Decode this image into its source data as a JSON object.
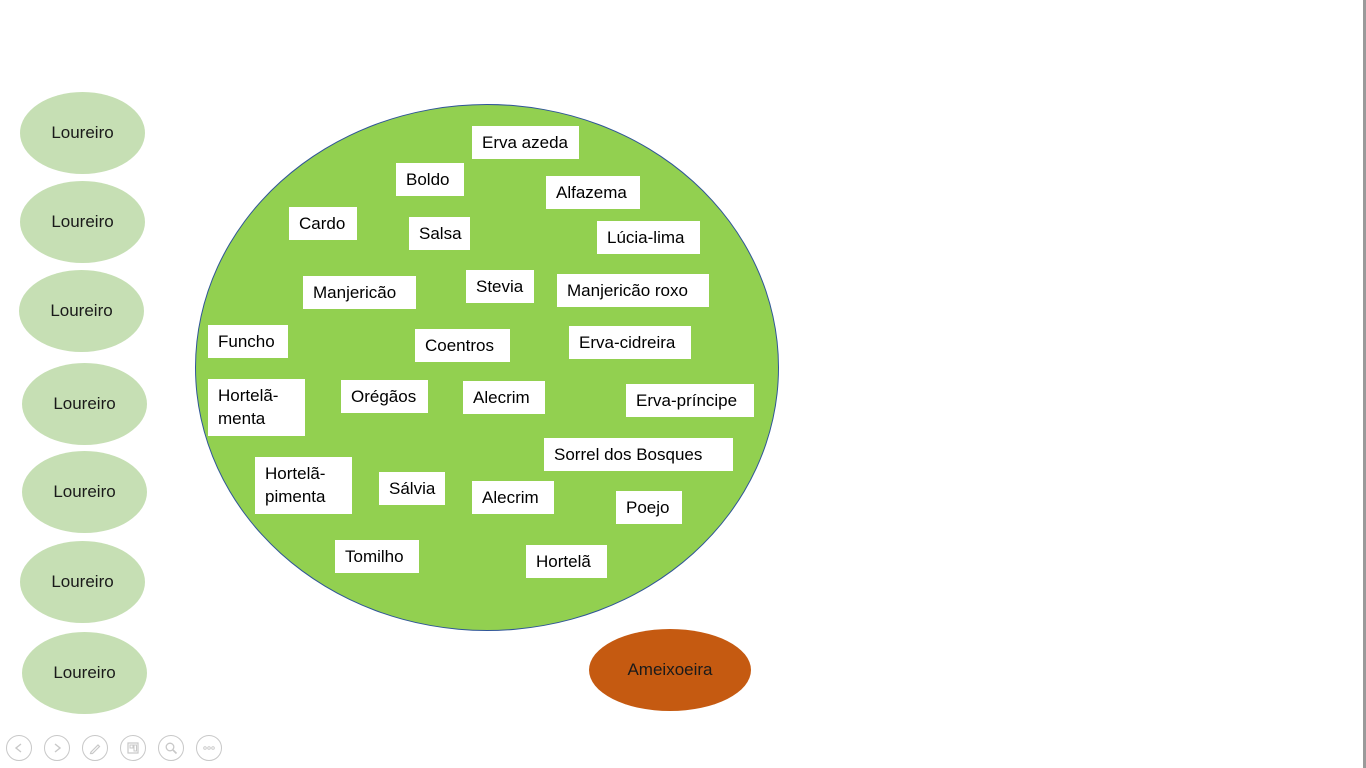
{
  "laurels": [
    {
      "label": "Loureiro"
    },
    {
      "label": "Loureiro"
    },
    {
      "label": "Loureiro"
    },
    {
      "label": "Loureiro"
    },
    {
      "label": "Loureiro"
    },
    {
      "label": "Loureiro"
    },
    {
      "label": "Loureiro"
    }
  ],
  "herbs": [
    {
      "label": "Erva azeda"
    },
    {
      "label": "Boldo"
    },
    {
      "label": "Alfazema"
    },
    {
      "label": "Cardo"
    },
    {
      "label": "Salsa"
    },
    {
      "label": "Lúcia-lima"
    },
    {
      "label": "Stevia"
    },
    {
      "label": "Manjericão"
    },
    {
      "label": "Manjericão roxo"
    },
    {
      "label": "Funcho"
    },
    {
      "label": "Coentros"
    },
    {
      "label": "Erva-cidreira"
    },
    {
      "label": "Hortelã-menta"
    },
    {
      "label": "Orégãos"
    },
    {
      "label": "Alecrim"
    },
    {
      "label": "Erva-príncipe"
    },
    {
      "label": "Sorrel dos Bosques"
    },
    {
      "label": "Hortelã-pimenta"
    },
    {
      "label": "Sálvia"
    },
    {
      "label": "Alecrim"
    },
    {
      "label": "Poejo"
    },
    {
      "label": "Tomilho"
    },
    {
      "label": "Hortelã"
    }
  ],
  "tree": {
    "label": "Ameixoeira"
  },
  "toolbar": {
    "icons": [
      "previous-slide-icon",
      "next-slide-icon",
      "pen-icon",
      "slide-grid-icon",
      "zoom-icon",
      "more-options-icon"
    ],
    "icon_color": "#c8c8c8"
  },
  "colors": {
    "bed": "#92d050",
    "bed_border": "#2f5597",
    "laurel": "#c6dfb4",
    "tree": "#c55a11"
  }
}
